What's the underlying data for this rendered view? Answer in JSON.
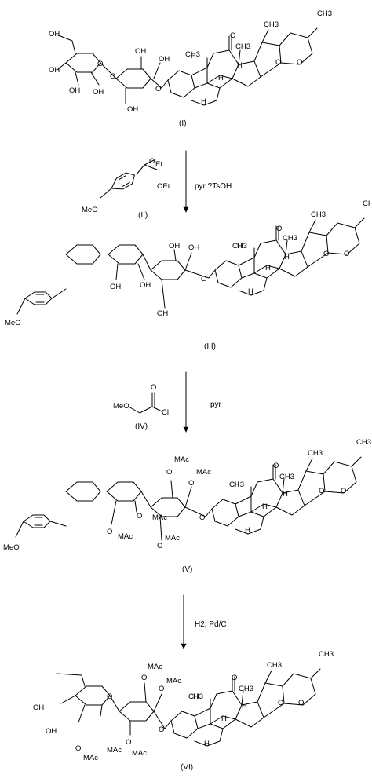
{
  "labels": {
    "oh": "OH",
    "o": "O",
    "h": "H",
    "ch3": "CH3",
    "et": "Et",
    "oet": "OEt",
    "meo": "MeO",
    "omac": "O",
    "mac": "MAc",
    "cl": "Cl"
  },
  "compounds": {
    "c1": "(I)",
    "c2": "(II)",
    "c3": "(III)",
    "c4": "(IV)",
    "c5": "(V)",
    "c6": "(VI)"
  },
  "reagents": {
    "step1": "pyr ?TsOH",
    "step2": "pyr",
    "step3": "H2, Pd/C"
  }
}
